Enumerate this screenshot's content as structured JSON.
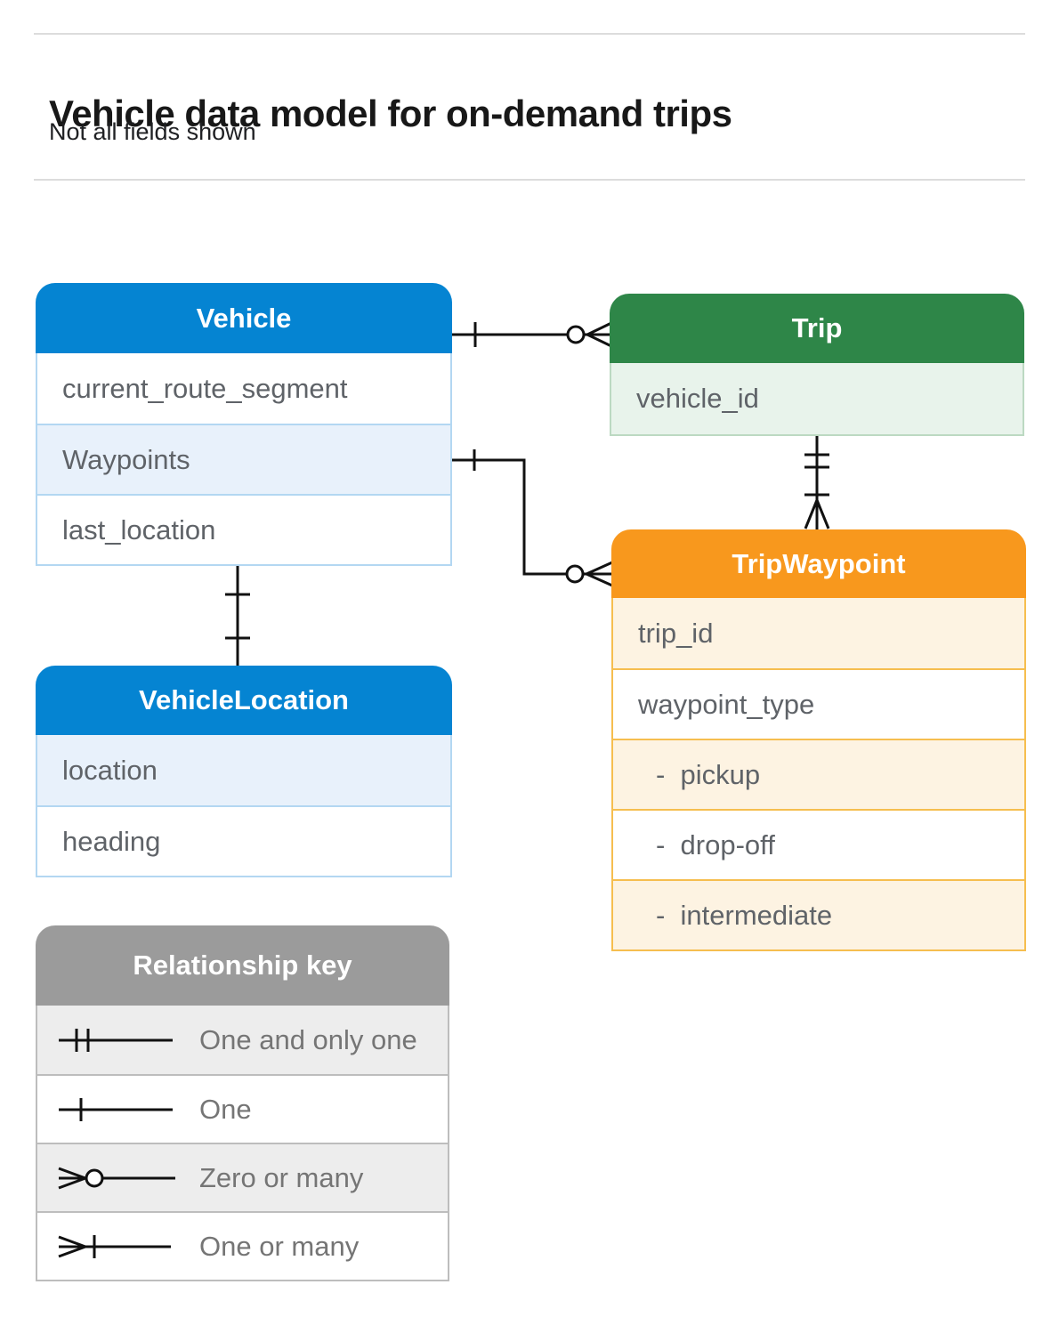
{
  "page": {
    "title": "Vehicle data model for on-demand trips",
    "subtitle": "Not all fields shown"
  },
  "colors": {
    "vehicle_header": "#0584D2",
    "vehicle_row_shaded": "#E8F1FB",
    "vehicle_border": "#B3D7F2",
    "trip_header": "#2E8648",
    "trip_row_shaded": "#E8F3EB",
    "trip_border": "#BCD9C2",
    "trip_waypoint_header": "#F8981D",
    "trip_waypoint_row_shaded": "#FDF3E2",
    "trip_waypoint_border": "#F6BE4F",
    "key_header": "#9B9B9B",
    "key_row_shaded": "#EDEDED",
    "key_border": "#BDBDBD",
    "field_text": "#5F6368",
    "connector_line": "#111111"
  },
  "entities": {
    "vehicle": {
      "title": "Vehicle",
      "fields": [
        "current_route_segment",
        "Waypoints",
        "last_location"
      ]
    },
    "trip": {
      "title": "Trip",
      "fields": [
        "vehicle_id"
      ]
    },
    "trip_waypoint": {
      "title": "TripWaypoint",
      "fields": [
        "trip_id",
        "waypoint_type",
        "-  pickup",
        "-  drop-off",
        "-  intermediate"
      ]
    },
    "vehicle_location": {
      "title": "VehicleLocation",
      "fields": [
        "location",
        "heading"
      ]
    }
  },
  "legend": {
    "title": "Relationship key",
    "items": [
      {
        "label": "One and only one",
        "icon": "one-and-only-one-icon"
      },
      {
        "label": "One",
        "icon": "one-icon"
      },
      {
        "label": "Zero or many",
        "icon": "zero-or-many-icon"
      },
      {
        "label": "One or many",
        "icon": "one-or-many-icon"
      }
    ]
  },
  "relationships": [
    {
      "from": "Vehicle",
      "to": "Trip",
      "from_cardinality": "one",
      "to_cardinality": "zero-or-many"
    },
    {
      "from": "Vehicle.Waypoints",
      "to": "TripWaypoint",
      "from_cardinality": "one",
      "to_cardinality": "zero-or-many"
    },
    {
      "from": "Trip",
      "to": "TripWaypoint",
      "from_cardinality": "one-and-only-one",
      "to_cardinality": "one-or-many"
    },
    {
      "from": "Vehicle",
      "to": "VehicleLocation",
      "from_cardinality": "one",
      "to_cardinality": "one"
    }
  ]
}
